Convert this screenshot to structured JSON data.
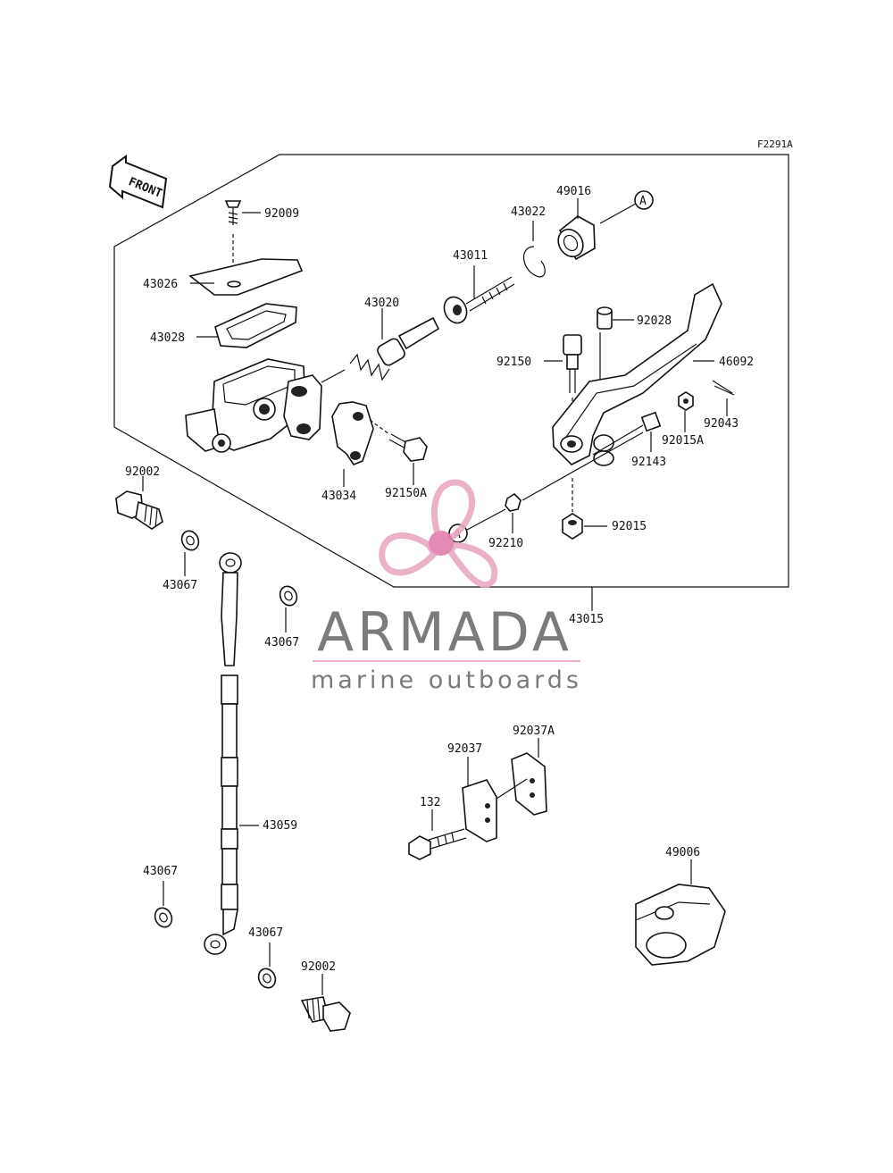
{
  "diagram": {
    "figure_ref": "F2291A",
    "front_arrow": "FRONT",
    "callout_a": "A",
    "labels": {
      "p92009": "92009",
      "p43026": "43026",
      "p43028": "43028",
      "p43020": "43020",
      "p43011": "43011",
      "p43022": "43022",
      "p49016": "49016",
      "p92028": "92028",
      "p92150": "92150",
      "p46092": "46092",
      "p92043": "92043",
      "p92015A": "92015A",
      "p92143": "92143",
      "p43034": "43034",
      "p92150A": "92150A",
      "p92015": "92015",
      "p92210": "92210",
      "p43015": "43015",
      "p92002_top": "92002",
      "p43067_a": "43067",
      "p43067_b": "43067",
      "p43059": "43059",
      "p43067_c": "43067",
      "p43067_d": "43067",
      "p92002_bottom": "92002",
      "p92037": "92037",
      "p92037A": "92037A",
      "p132": "132",
      "p49006": "49006"
    }
  },
  "watermark": {
    "brand": "ARMADA",
    "tagline": "marine outboards",
    "colors": {
      "logo_pink": "#e9a9c4",
      "logo_center": "#e07fae",
      "text_gray": "#6d6d6d"
    }
  }
}
